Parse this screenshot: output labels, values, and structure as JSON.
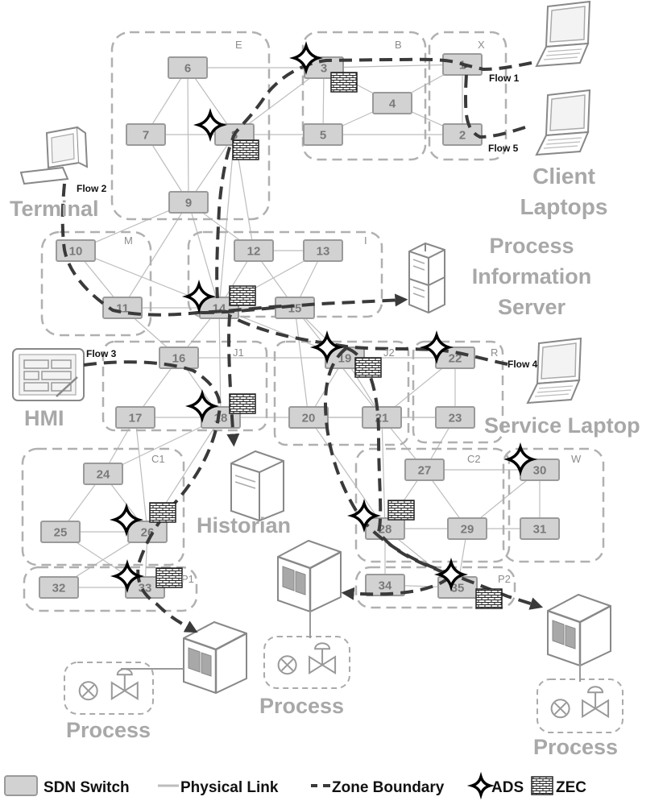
{
  "switches": [
    {
      "id": "6",
      "label": "6"
    },
    {
      "id": "3",
      "label": "3"
    },
    {
      "id": "1",
      "label": "1"
    },
    {
      "id": "7",
      "label": "7"
    },
    {
      "id": "8",
      "label": "8"
    },
    {
      "id": "4",
      "label": "4"
    },
    {
      "id": "5",
      "label": "5"
    },
    {
      "id": "2",
      "label": "2"
    },
    {
      "id": "9",
      "label": "9"
    },
    {
      "id": "10",
      "label": "10"
    },
    {
      "id": "12",
      "label": "12"
    },
    {
      "id": "13",
      "label": "13"
    },
    {
      "id": "11",
      "label": "11"
    },
    {
      "id": "14",
      "label": "14"
    },
    {
      "id": "15",
      "label": "15"
    },
    {
      "id": "16",
      "label": "16"
    },
    {
      "id": "19",
      "label": "19"
    },
    {
      "id": "22",
      "label": "22"
    },
    {
      "id": "17",
      "label": "17"
    },
    {
      "id": "18",
      "label": "18"
    },
    {
      "id": "20",
      "label": "20"
    },
    {
      "id": "21",
      "label": "21"
    },
    {
      "id": "23",
      "label": "23"
    },
    {
      "id": "24",
      "label": "24"
    },
    {
      "id": "27",
      "label": "27"
    },
    {
      "id": "30",
      "label": "30"
    },
    {
      "id": "25",
      "label": "25"
    },
    {
      "id": "26",
      "label": "26"
    },
    {
      "id": "28",
      "label": "28"
    },
    {
      "id": "29",
      "label": "29"
    },
    {
      "id": "31",
      "label": "31"
    },
    {
      "id": "32",
      "label": "32"
    },
    {
      "id": "33",
      "label": "33"
    },
    {
      "id": "34",
      "label": "34"
    },
    {
      "id": "35",
      "label": "35"
    }
  ],
  "zones": [
    {
      "id": "E",
      "label": "E"
    },
    {
      "id": "B",
      "label": "B"
    },
    {
      "id": "X",
      "label": "X"
    },
    {
      "id": "M",
      "label": "M"
    },
    {
      "id": "I",
      "label": "I"
    },
    {
      "id": "J1",
      "label": "J1"
    },
    {
      "id": "J2",
      "label": "J2"
    },
    {
      "id": "R",
      "label": "R"
    },
    {
      "id": "C1",
      "label": "C1"
    },
    {
      "id": "C2",
      "label": "C2"
    },
    {
      "id": "W",
      "label": "W"
    },
    {
      "id": "P1",
      "label": "P1"
    },
    {
      "id": "P2",
      "label": "P2"
    }
  ],
  "devices": {
    "client_laptops": "Client\nLaptops",
    "terminal": "Terminal",
    "process_information_server": "Process\nInformation\nServer",
    "hmi": "HMI",
    "service_laptop": "Service Laptop",
    "historian": "Historian",
    "process_left": "Process",
    "process_middle": "Process",
    "process_right": "Process"
  },
  "flows": {
    "flow1": "Flow 1",
    "flow2": "Flow 2",
    "flow3": "Flow 3",
    "flow4": "Flow 4",
    "flow5": "Flow 5"
  },
  "legend": {
    "sdn_switch": "SDN Switch",
    "physical_link": "Physical Link",
    "zone_boundary": "Zone Boundary",
    "ads": "ADS",
    "zec": "ZEC"
  }
}
